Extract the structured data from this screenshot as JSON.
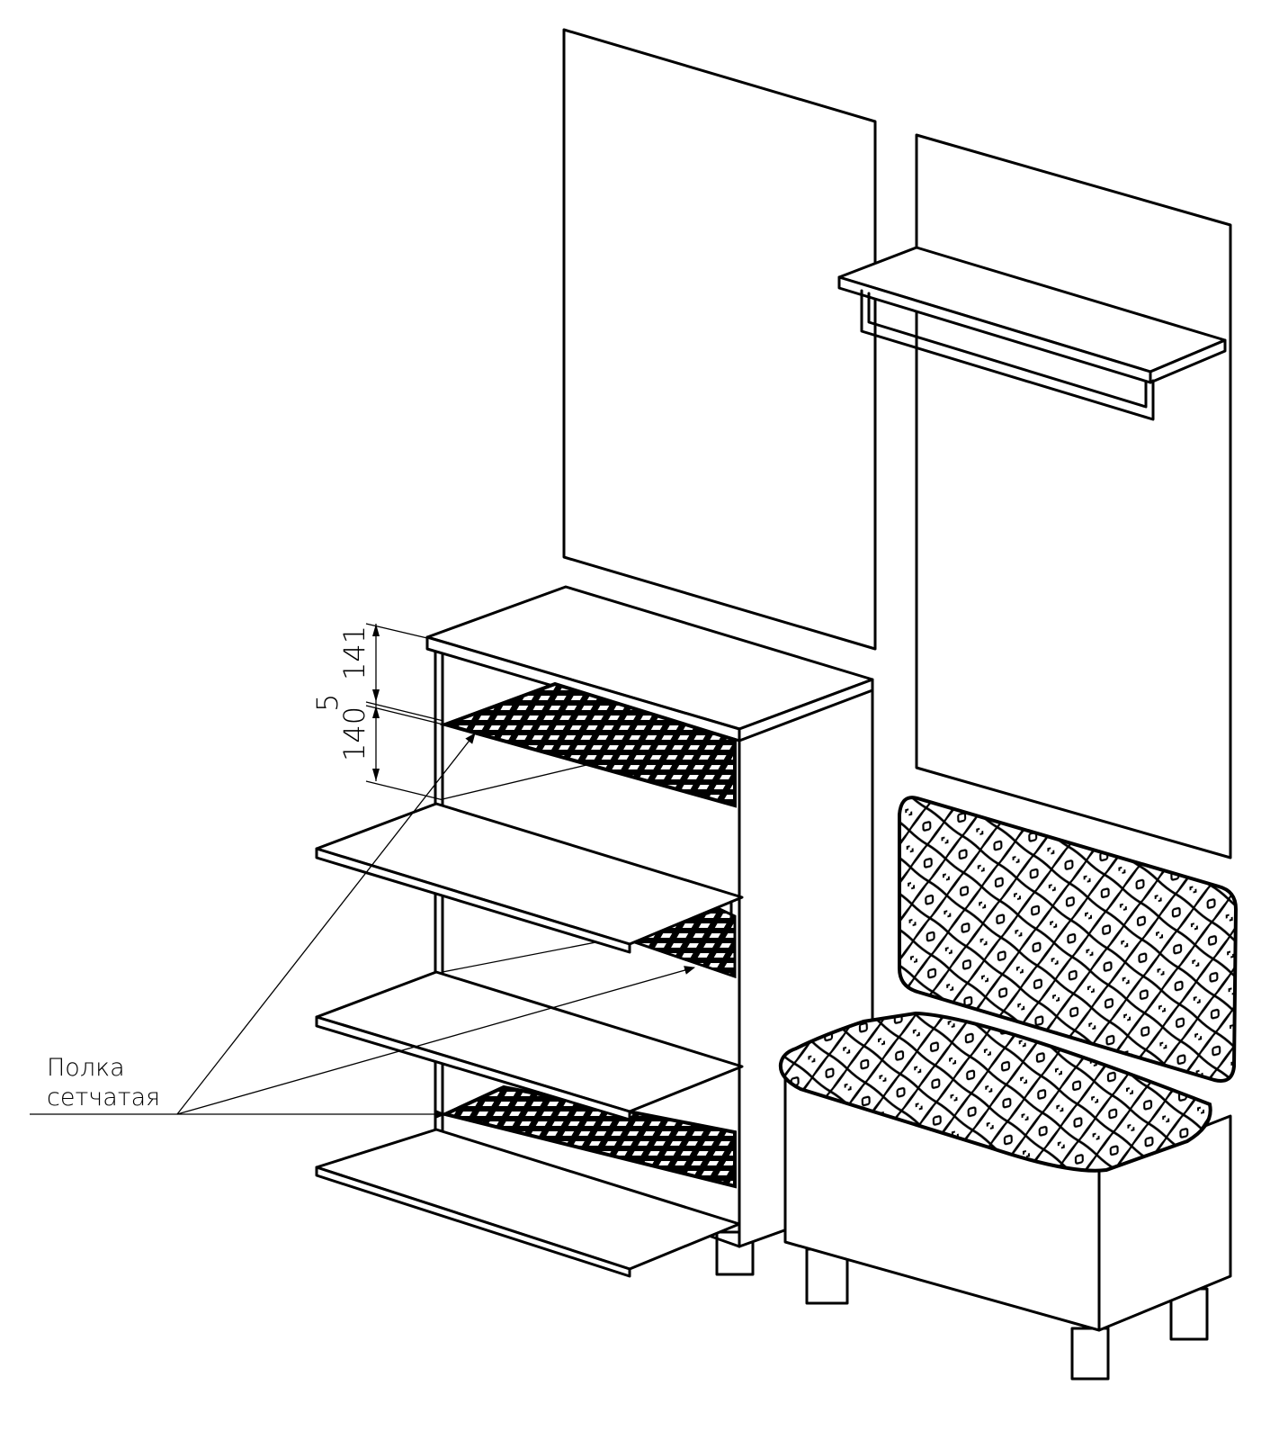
{
  "dimensions": {
    "top_gap": "141",
    "shelf_thickness": "5",
    "lower_gap": "140"
  },
  "callout": {
    "line1": "Полка",
    "line2": "сетчатая"
  },
  "icons": {
    "wire-shelf": "mesh-grid",
    "upholstery": "tufted-diamond"
  }
}
